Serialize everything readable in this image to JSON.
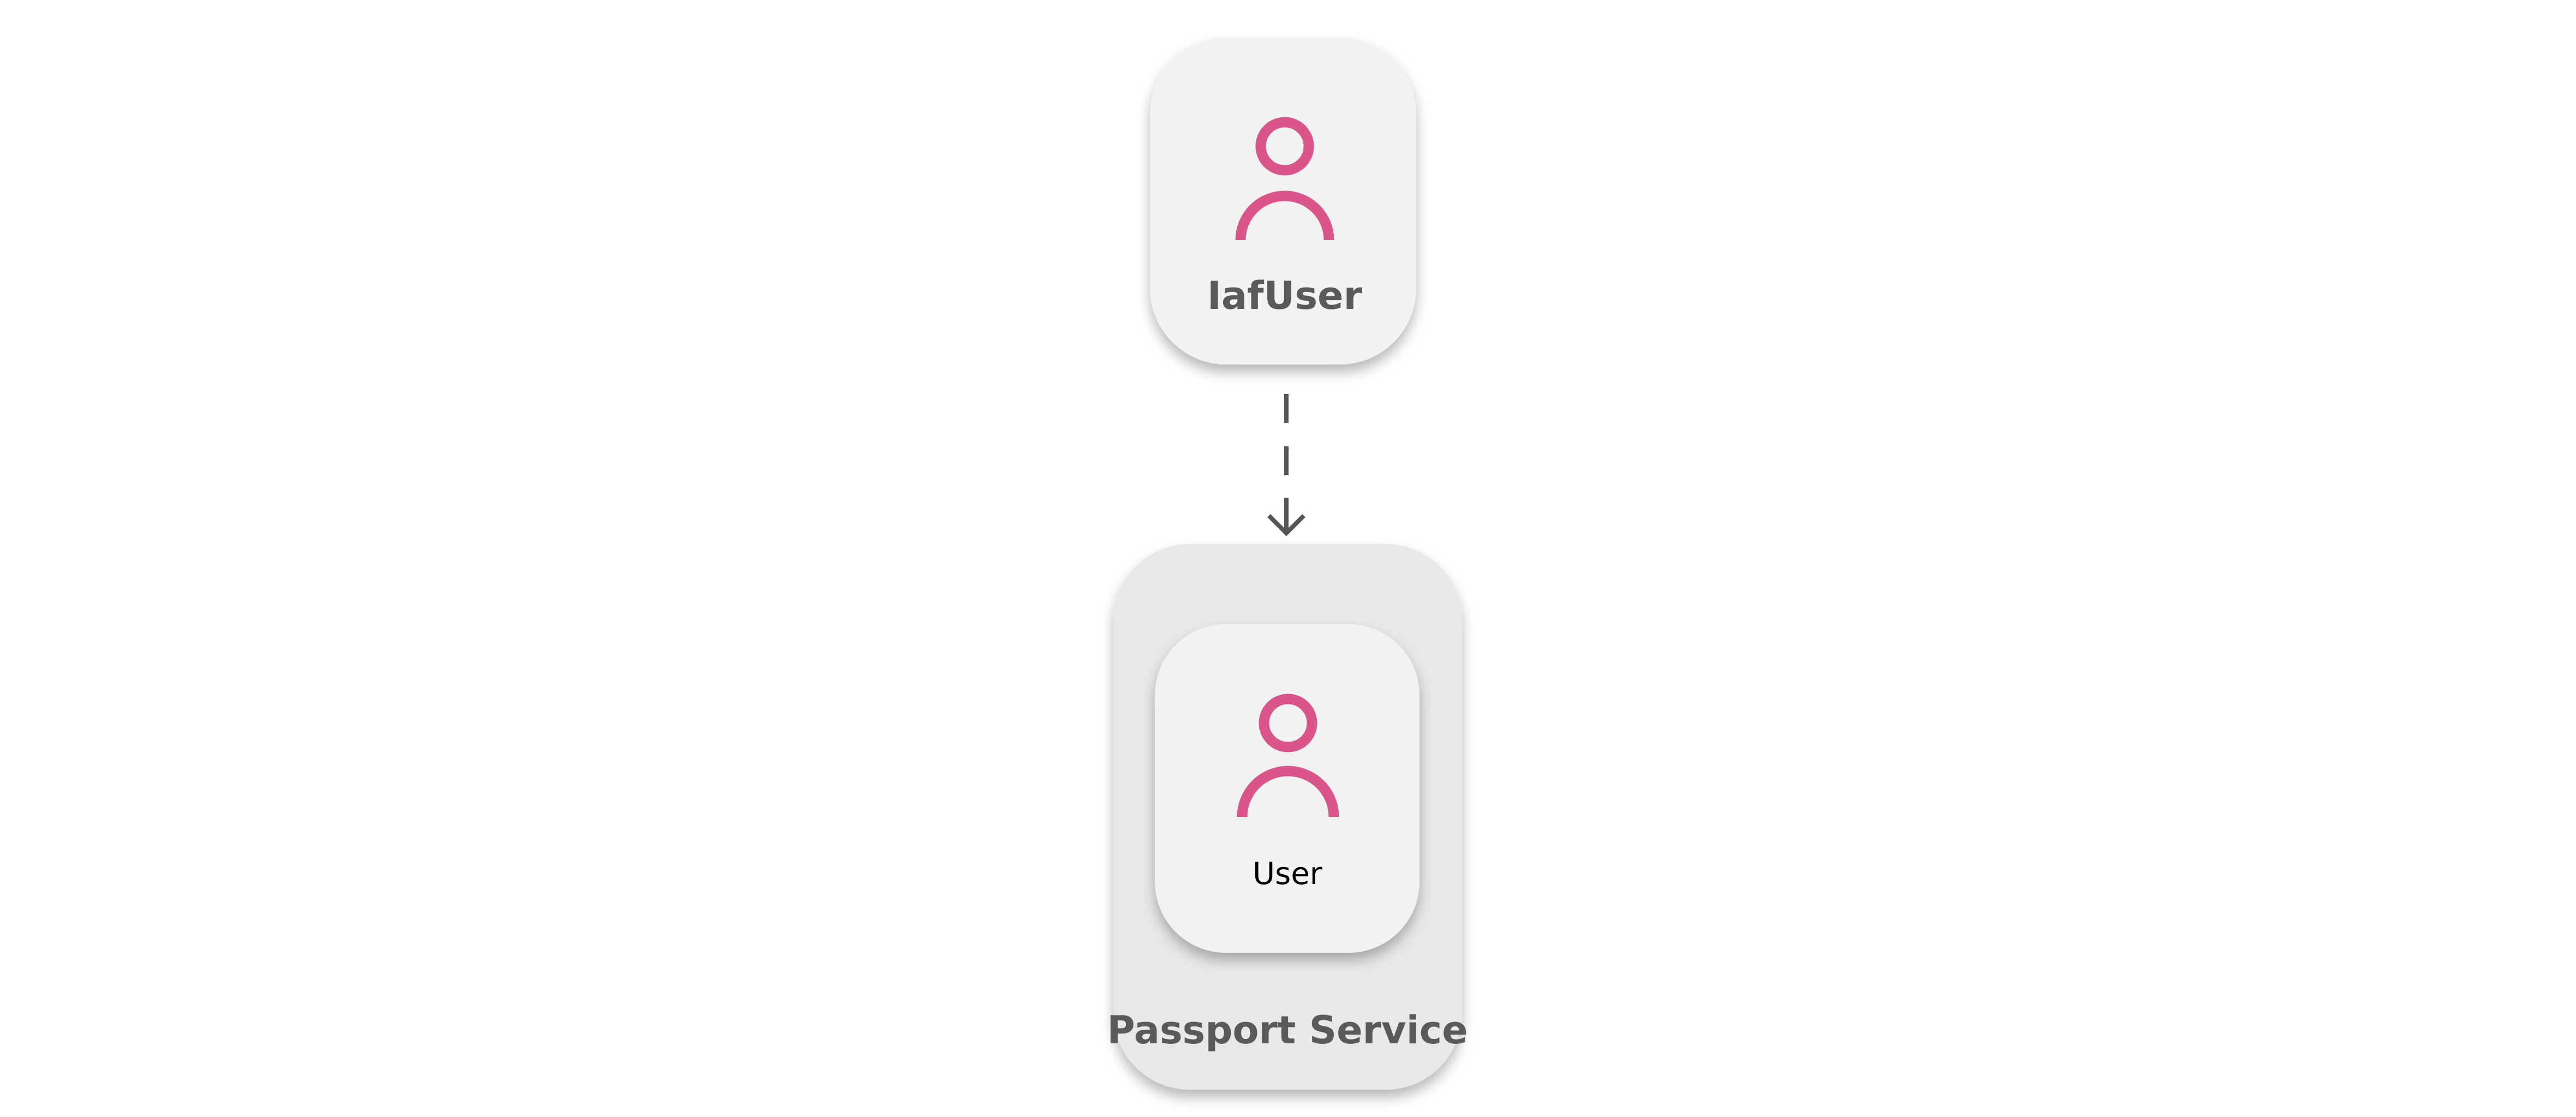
{
  "nodes": {
    "iaf_user": {
      "label": "IafUser",
      "icon": "person-icon"
    },
    "passport_service": {
      "label": "Passport Service",
      "children": {
        "user": {
          "label": "User",
          "icon": "person-icon"
        }
      }
    }
  },
  "edges": [
    {
      "from": "IafUser",
      "to": "User",
      "style": "dashed"
    }
  ],
  "colors": {
    "icon": "#d9558a",
    "node_fill": "#f2f2f2",
    "group_fill": "#e8e8e8",
    "label_bold": "#5a5a5a",
    "edge": "#555555"
  }
}
